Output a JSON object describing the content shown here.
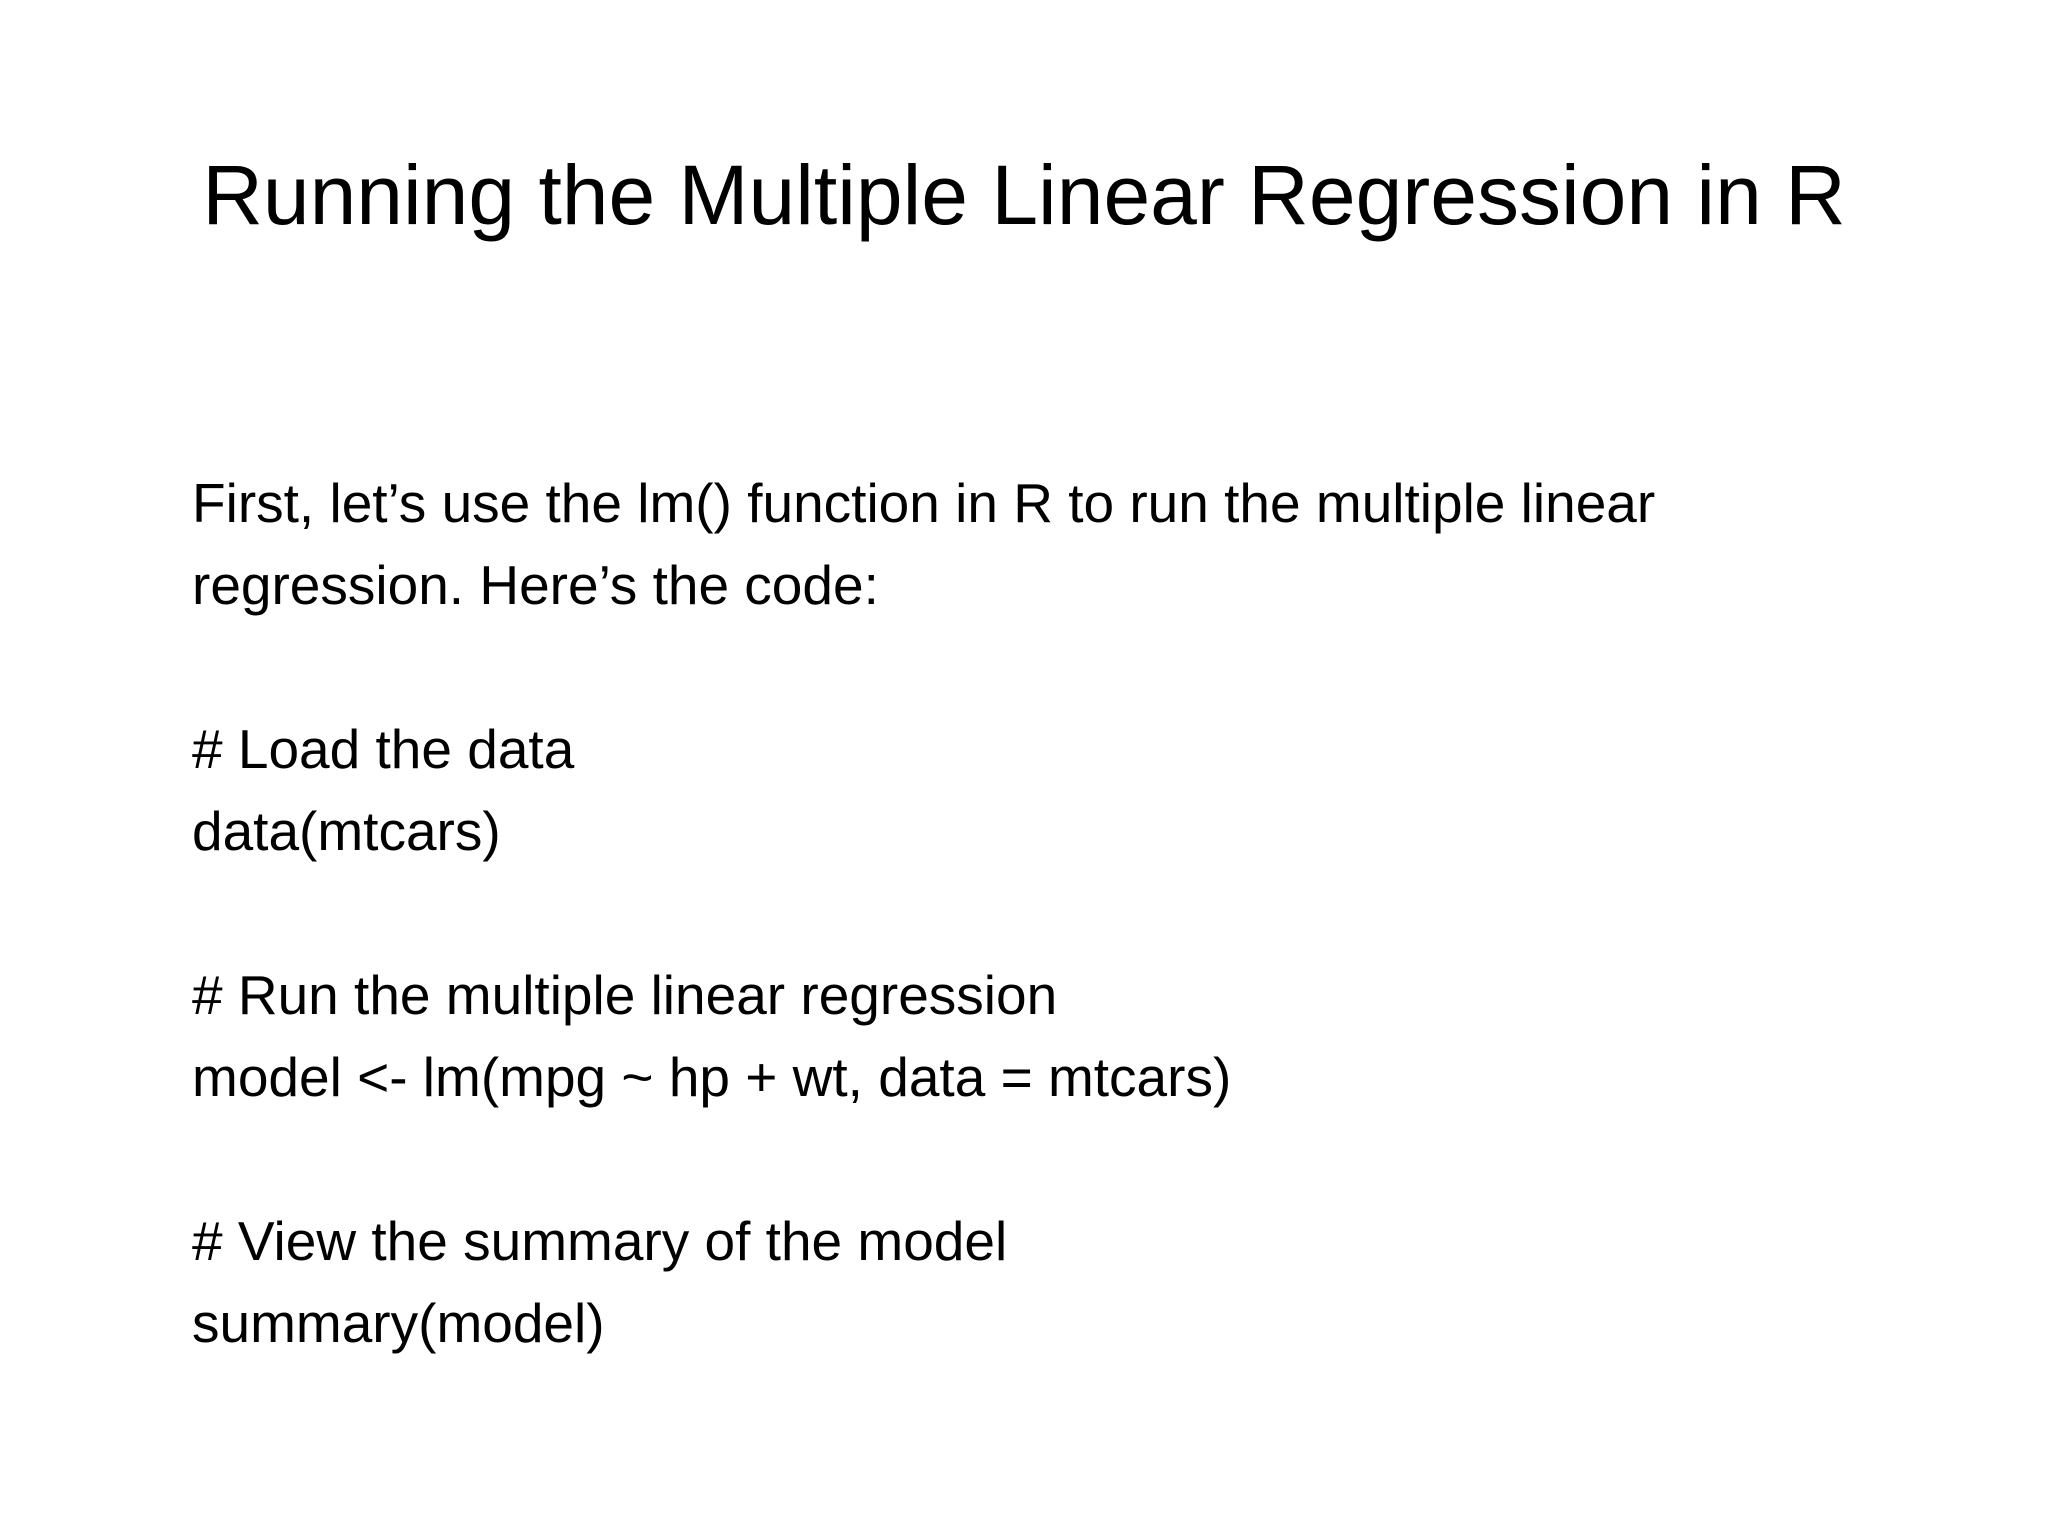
{
  "slide": {
    "title": "Running the Multiple Linear Regression in R",
    "intro_line_1": "First, let’s use the lm() function in R to run the multiple linear",
    "intro_line_2": "regression. Here’s the code:",
    "code": [
      "# Load the data",
      "data(mtcars)",
      "# Run the multiple linear regression",
      "model <- lm(mpg ~ hp + wt, data = mtcars)",
      "# View the summary of the model",
      "summary(model)"
    ]
  }
}
